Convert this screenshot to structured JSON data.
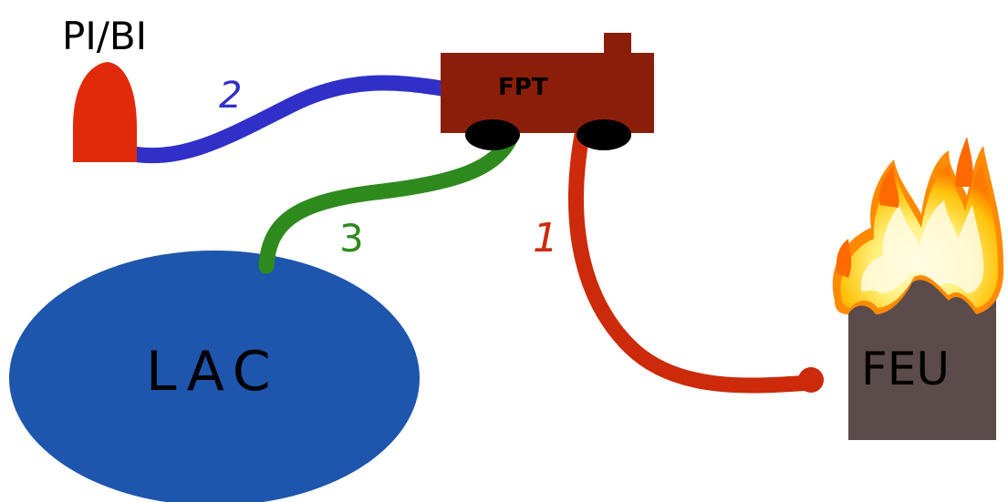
{
  "labels": {
    "hydrant": "PI/BI",
    "truck": "FPT",
    "lake": "LAC",
    "fire": "FEU"
  },
  "hoses": {
    "hydrant_line": "2",
    "lake_line": "3",
    "fire_line": "1"
  },
  "colors": {
    "hydrant": "#e02a0a",
    "truck": "#8b1e0a",
    "wheel": "#000000",
    "hose_hydrant": "#3030c8",
    "hose_lake": "#2f8a1e",
    "hose_fire": "#cc2a0a",
    "lake": "#1e55ad",
    "building": "#5b4c4b",
    "flame_outer": "#ffb400",
    "flame_inner": "#fff6a0"
  }
}
